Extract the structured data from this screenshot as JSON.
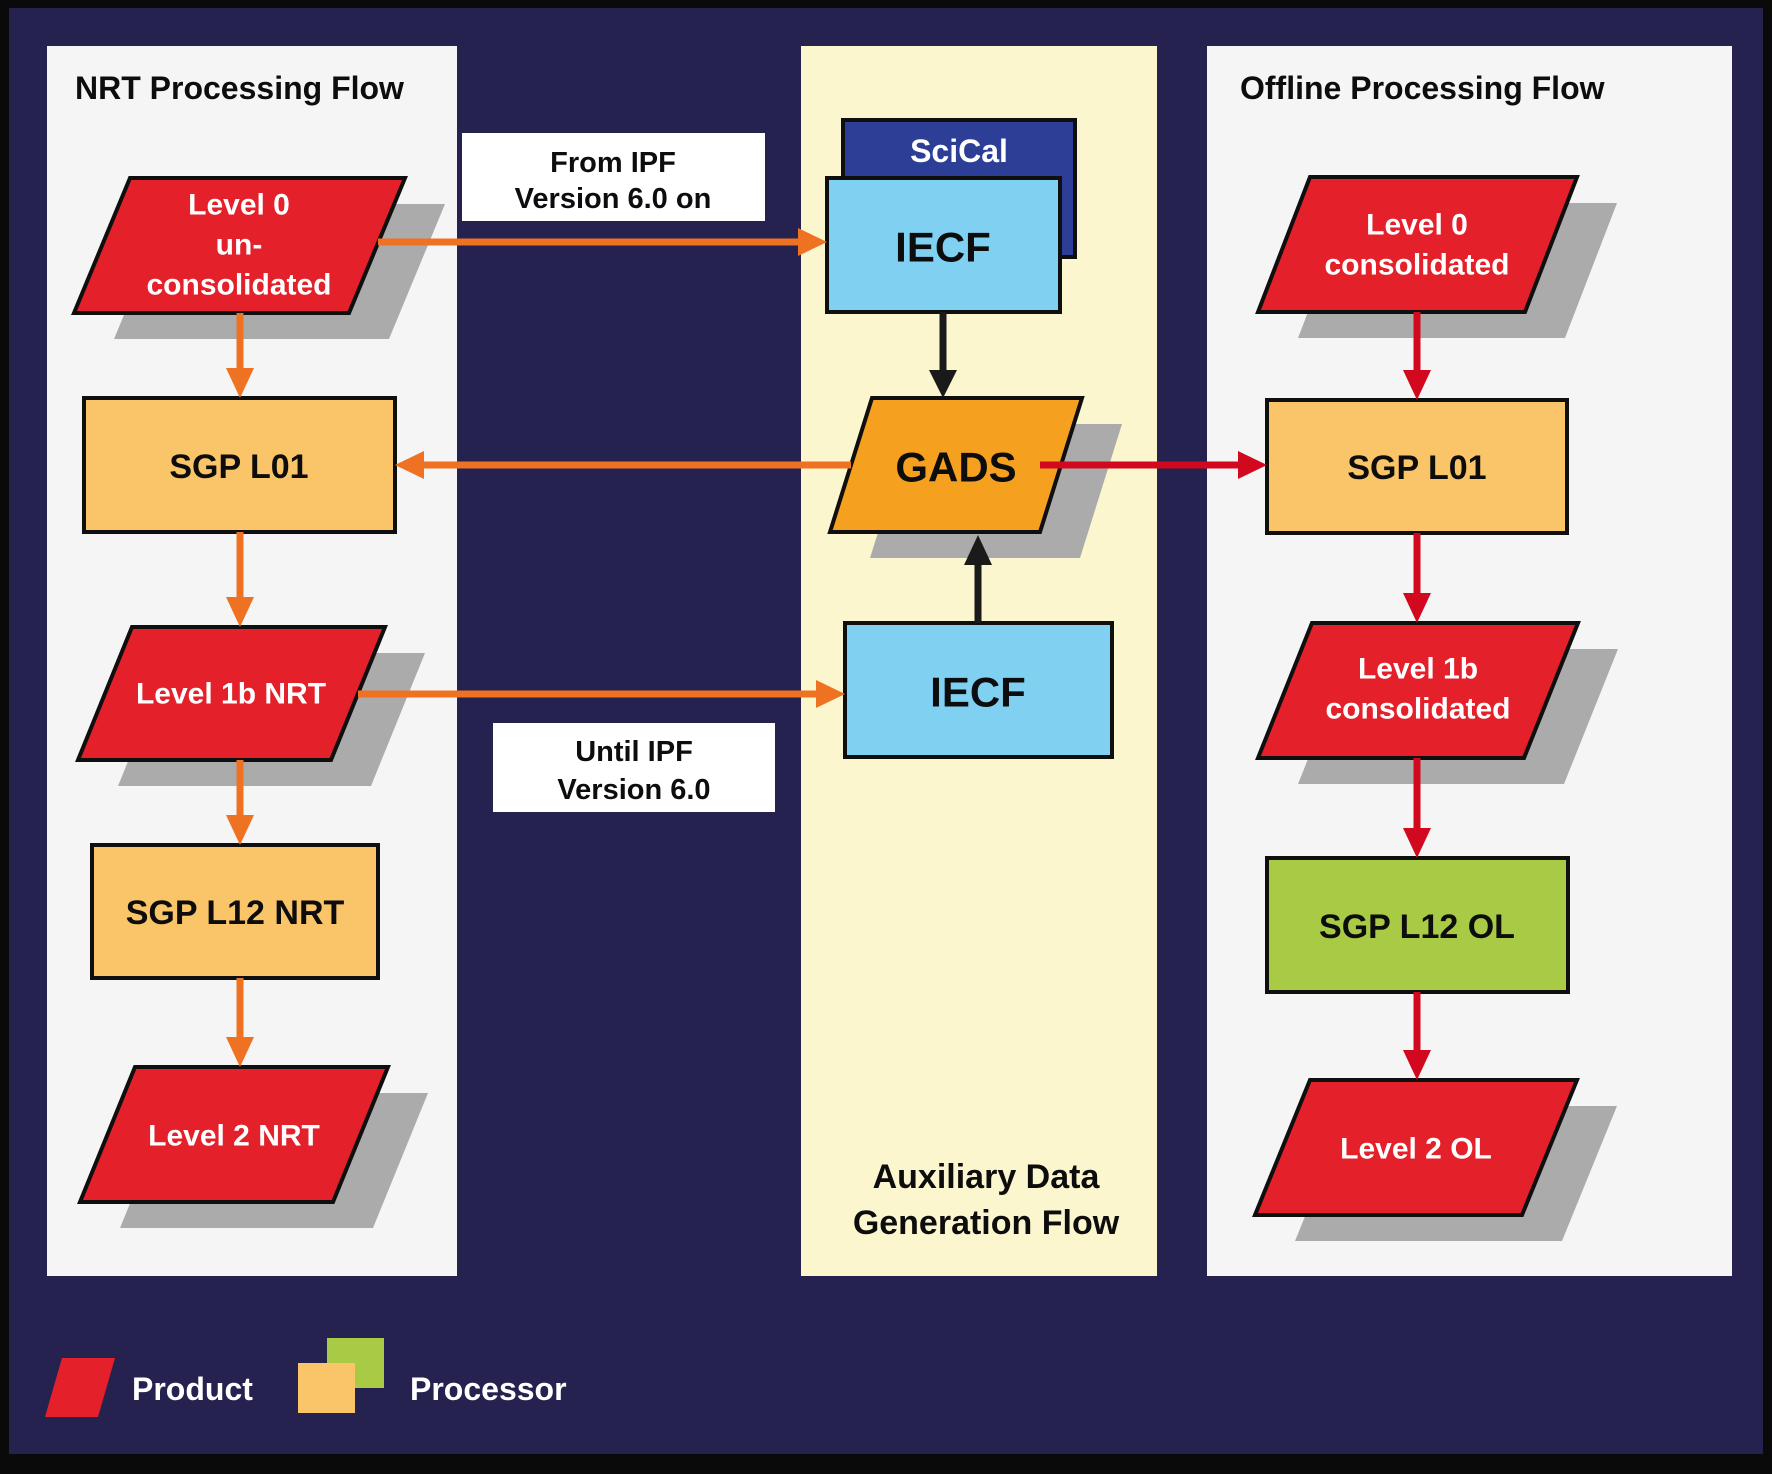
{
  "panels": {
    "nrt": {
      "title": "NRT Processing Flow"
    },
    "aux": {
      "title_line1": "Auxiliary Data",
      "title_line2": "Generation Flow"
    },
    "offline": {
      "title": "Offline Processing Flow"
    }
  },
  "nodes": {
    "l0_unconsolidated": {
      "line1": "Level 0",
      "line2": "un-",
      "line3": "consolidated"
    },
    "sgp_l01_nrt": {
      "label": "SGP L01"
    },
    "level1b_nrt": {
      "label": "Level 1b NRT"
    },
    "sgp_l12_nrt": {
      "label": "SGP L12 NRT"
    },
    "level2_nrt": {
      "label": "Level 2 NRT"
    },
    "scical": {
      "label": "SciCal"
    },
    "iecf_top": {
      "label": "IECF"
    },
    "gads": {
      "label": "GADS"
    },
    "iecf_bottom": {
      "label": "IECF"
    },
    "l0_consolidated": {
      "line1": "Level 0",
      "line2": "consolidated"
    },
    "sgp_l01_offline": {
      "label": "SGP L01"
    },
    "level1b_consolidated": {
      "line1": "Level 1b",
      "line2": "consolidated"
    },
    "sgp_l12_ol": {
      "label": "SGP L12 OL"
    },
    "level2_ol": {
      "label": "Level 2 OL"
    }
  },
  "annotations": {
    "from_ipf": {
      "line1": "From IPF",
      "line2": "Version 6.0 on"
    },
    "until_ipf": {
      "line1": "Until IPF",
      "line2": "Version 6.0"
    }
  },
  "legend": {
    "product_label": "Product",
    "processor_label": "Processor"
  },
  "colors": {
    "background": "#252250",
    "frame": "#0a0a0a",
    "panel_white": "#f5f5f5",
    "panel_yellow": "#fbf6cd",
    "product_red": "#e4202a",
    "processor_orange": "#fac469",
    "processor_green": "#a8ca45",
    "gads_orange": "#f5a11f",
    "iecf_blue": "#80d0f2",
    "scical_blue": "#2c3e96",
    "arrow_orange": "#ee7222",
    "arrow_red": "#d2091e",
    "arrow_black": "#1a1a1a",
    "shadow_gray": "#ababab",
    "label_box_white": "#ffffff"
  }
}
